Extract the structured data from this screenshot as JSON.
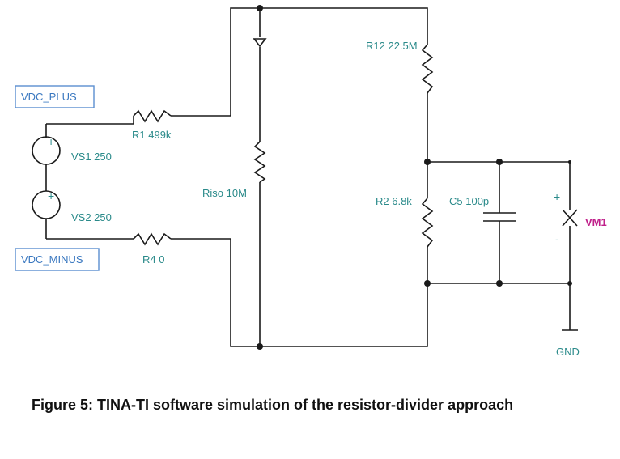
{
  "diagram": {
    "labels": {
      "vdc_plus": "VDC_PLUS",
      "vdc_minus": "VDC_MINUS",
      "r1": "R1 499k",
      "r4": "R4 0",
      "vs1": "VS1 250",
      "vs2": "VS2 250",
      "riso": "Riso 10M",
      "r12": "R12 22.5M",
      "r2": "R2 6.8k",
      "c5": "C5 100p",
      "vm1": "VM1",
      "gnd": "GND",
      "vs1_plus": "+",
      "vs2_plus": "+",
      "vm_plus": "+",
      "vm_minus": "-"
    },
    "colors": {
      "wire": "#1a1a1a",
      "label": "#2a8a8a",
      "meter_label": "#c0208a",
      "tag": "#3a78c0"
    }
  },
  "caption": "Figure 5: TINA-TI software simulation of the resistor-divider approach"
}
